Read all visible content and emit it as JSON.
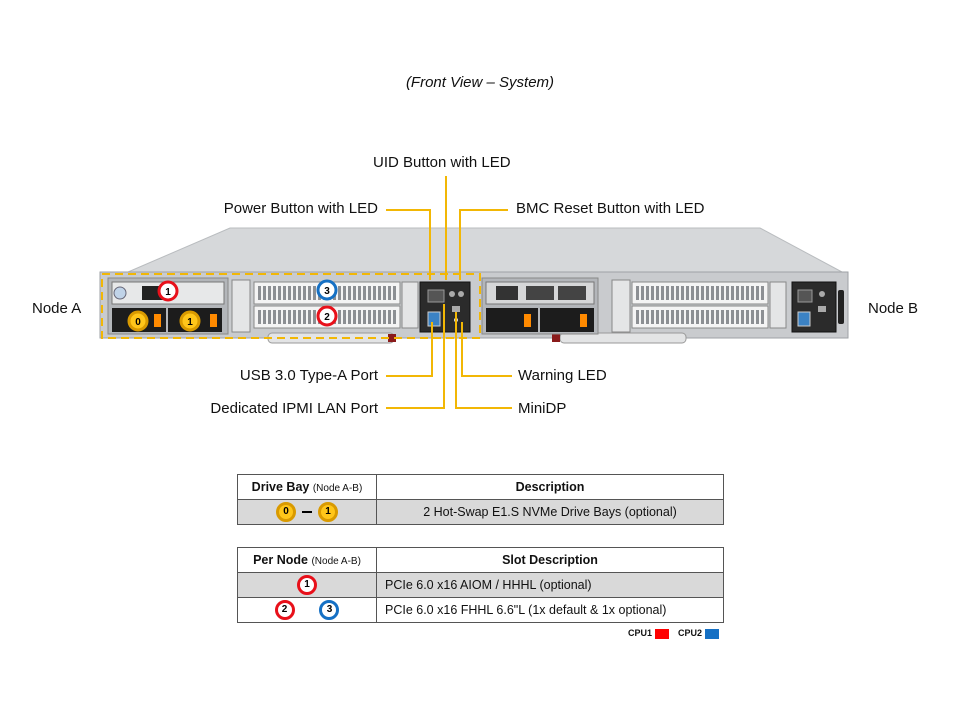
{
  "caption": "(Front View – System)",
  "labels": {
    "uid": "UID Button with LED",
    "power": "Power Button with LED",
    "bmc": "BMC Reset Button with LED",
    "node_a": "Node A",
    "node_b": "Node B",
    "usb": "USB 3.0 Type-A Port",
    "ipmi": "Dedicated IPMI LAN Port",
    "warning": "Warning LED",
    "minidp": "MiniDP"
  },
  "callouts": {
    "slot1": "1",
    "slot2": "2",
    "slot3": "3",
    "bay0": "0",
    "bay1": "1"
  },
  "table1": {
    "header_left": "Drive Bay",
    "header_left_sub": "(Node A-B)",
    "header_right": "Description",
    "row": {
      "from": "0",
      "to": "1",
      "description": "2 Hot-Swap E1.S NVMe Drive Bays (optional)"
    }
  },
  "table2": {
    "header_left": "Per Node",
    "header_left_sub": "(Node A-B)",
    "header_right": "Slot Description",
    "rows": [
      {
        "badges": [
          "1"
        ],
        "description": "PCIe 6.0 x16 AIOM / HHHL (optional)"
      },
      {
        "badges": [
          "2",
          "3"
        ],
        "description": "PCIe 6.0 x16 FHHL 6.6\"L (1x default & 1x optional)"
      }
    ]
  },
  "legend": {
    "cpu1": "CPU1",
    "cpu2": "CPU2",
    "cpu1_color": "#ff0000",
    "cpu2_color": "#1570c4"
  },
  "colors": {
    "leader": "#f2b705",
    "highlight": "#f2b705"
  }
}
